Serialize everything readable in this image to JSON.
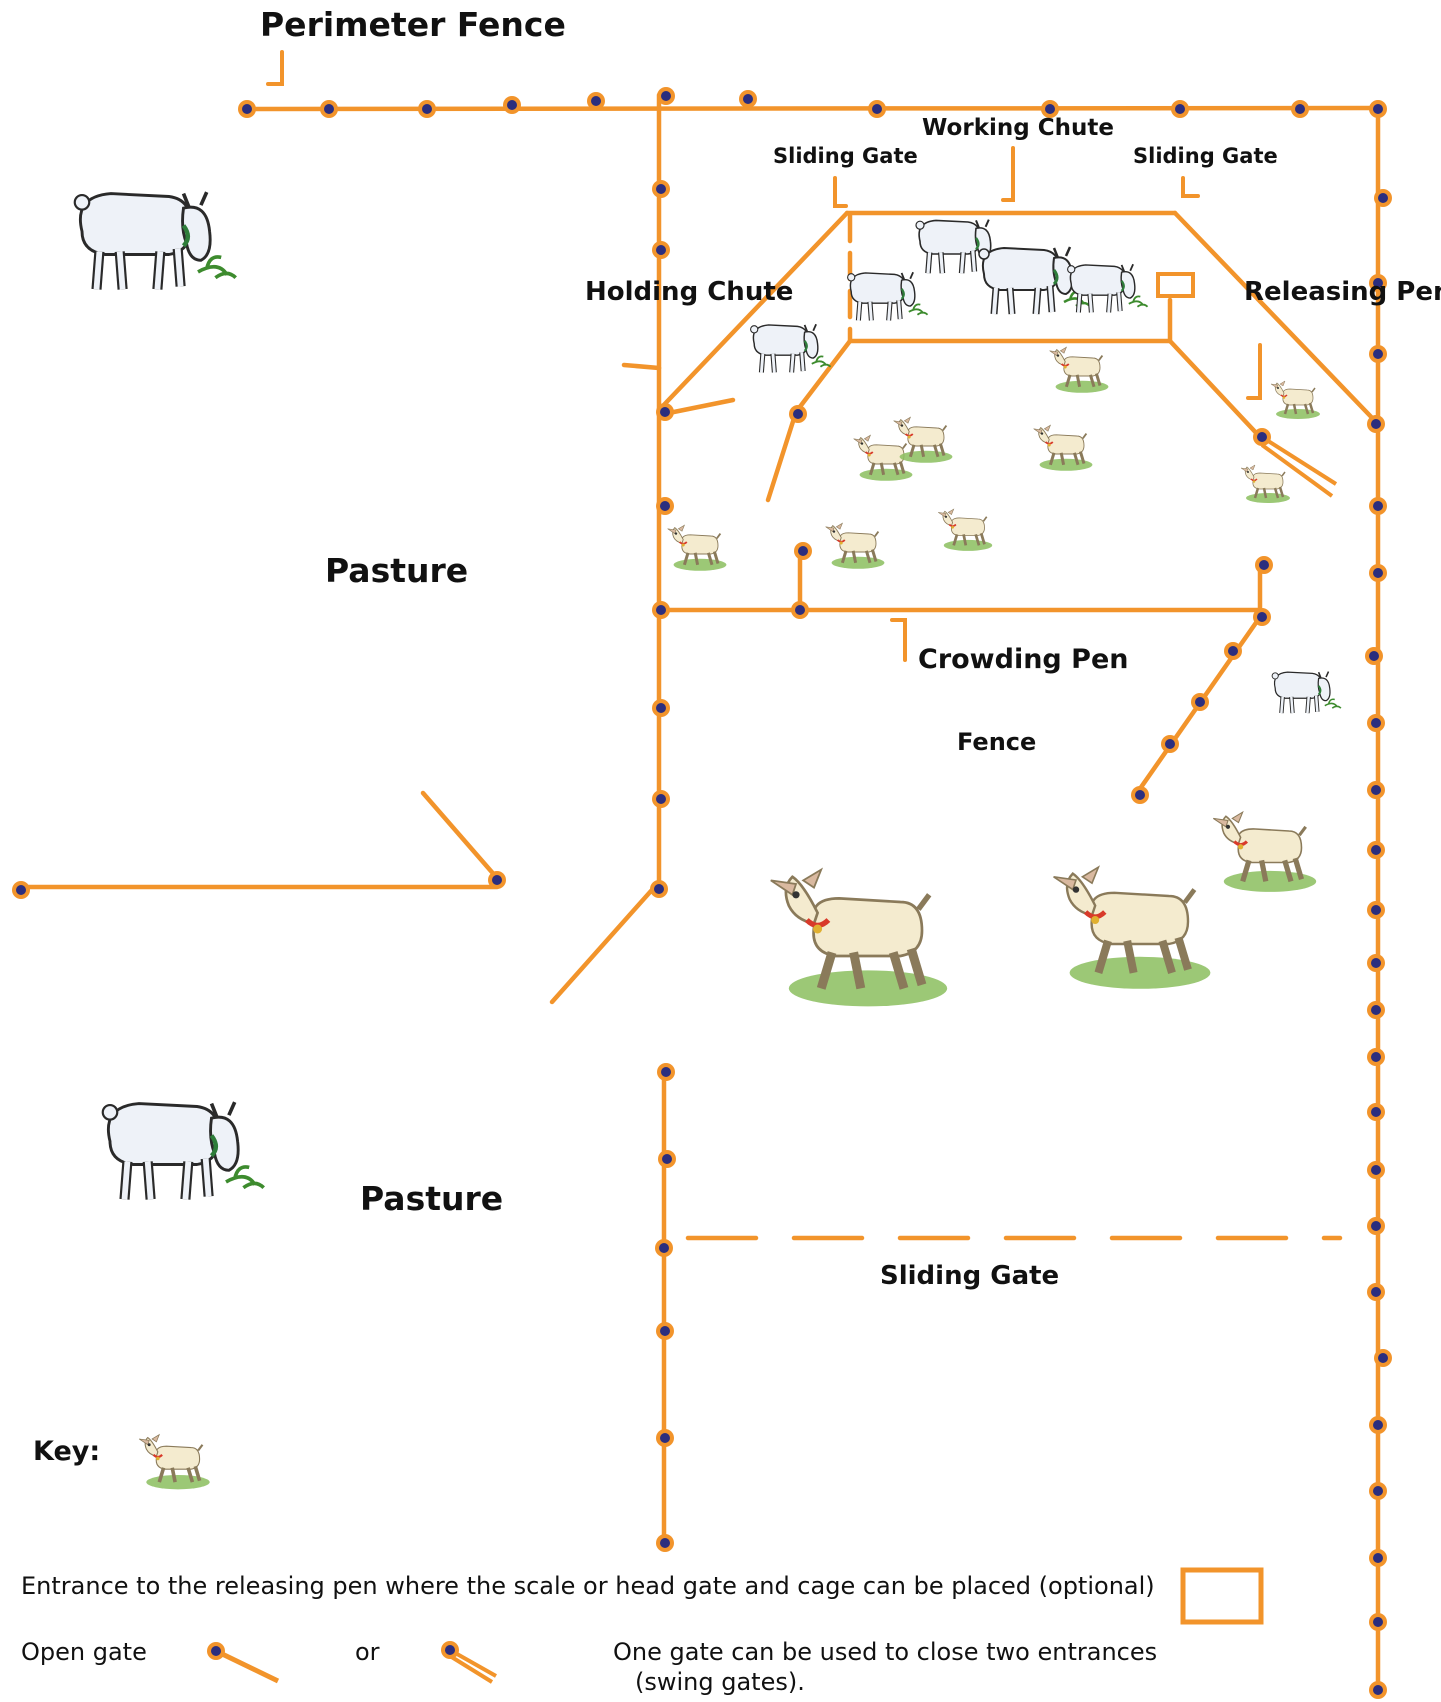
{
  "labels": {
    "perimeter_fence": "Perimeter Fence",
    "working_chute": "Working Chute",
    "sliding_gate_left": "Sliding Gate",
    "sliding_gate_right": "Sliding Gate",
    "holding_chute": "Holding Chute",
    "releasing_pen": "Releasing Pen",
    "pasture_upper": "Pasture",
    "crowding_pen": "Crowding Pen",
    "fence": "Fence",
    "pasture_lower": "Pasture",
    "sliding_gate_bottom": "Sliding Gate"
  },
  "key": {
    "title": "Key:",
    "entrance_text": "Entrance to the releasing pen where the scale or head gate and cage can be placed (optional)",
    "open_gate": "Open  gate",
    "or": "or",
    "one_gate_line1": "One gate can be used to close two entrances",
    "one_gate_line2": "(swing gates)."
  },
  "colors": {
    "fence": "#F2942B",
    "post": "#2B2E7E",
    "text": "#111111",
    "grass": "#7DB255",
    "kid_goat_body": "#F4EBCF",
    "white_goat_body": "#EEF2F8"
  },
  "icons": {
    "kid_goat": "kid-goat-icon",
    "white_goat": "white-goat-icon"
  }
}
